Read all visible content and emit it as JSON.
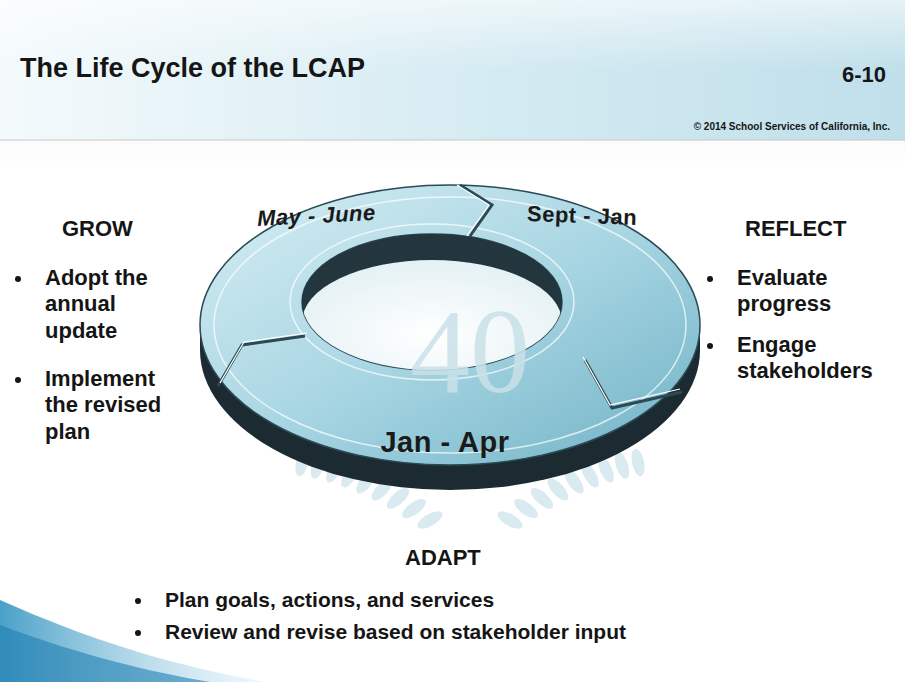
{
  "diagram": {
    "title": "The Life Cycle of the LCAP",
    "nodes": [
      {
        "text": [
          "May - June"
        ]
      },
      {
        "text": [
          "Sept - Jan"
        ]
      },
      {
        "text": [
          "Jan - Apr"
        ]
      }
    ],
    "labels": [
      "6-10",
      "© 2014 School Services of California, Inc.",
      "40",
      "GROW",
      "Adopt the annual update",
      "Implement the revised plan",
      "REFLECT",
      "Evaluate progress",
      "Engage stakeholders",
      "ADAPT",
      "Plan goals, actions, and services",
      "Review and revise based on stakeholder input"
    ]
  }
}
